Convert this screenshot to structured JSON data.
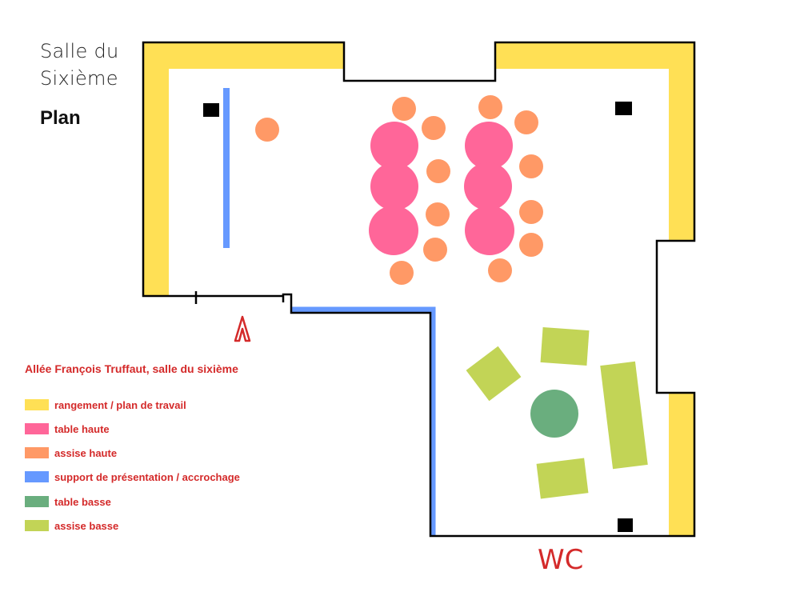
{
  "title": {
    "line1": "Salle du",
    "line2": "Sixième",
    "subtitle": "Plan"
  },
  "address": "Allée François Truffaut, salle du sixième",
  "legend": [
    {
      "label": "rangement / plan de travail",
      "color": "#ffe055"
    },
    {
      "label": "table haute",
      "color": "#ff6699"
    },
    {
      "label": "assise haute",
      "color": "#ff9966"
    },
    {
      "label": "support de présentation / accrochage",
      "color": "#6699ff"
    },
    {
      "label": "table basse",
      "color": "#6aae7e"
    },
    {
      "label": "assise basse",
      "color": "#c2d456"
    }
  ],
  "wc_label": "WC",
  "colors": {
    "wall": "#000000",
    "entrance_arrow": "#d42a2a",
    "pillar": "#000000"
  }
}
